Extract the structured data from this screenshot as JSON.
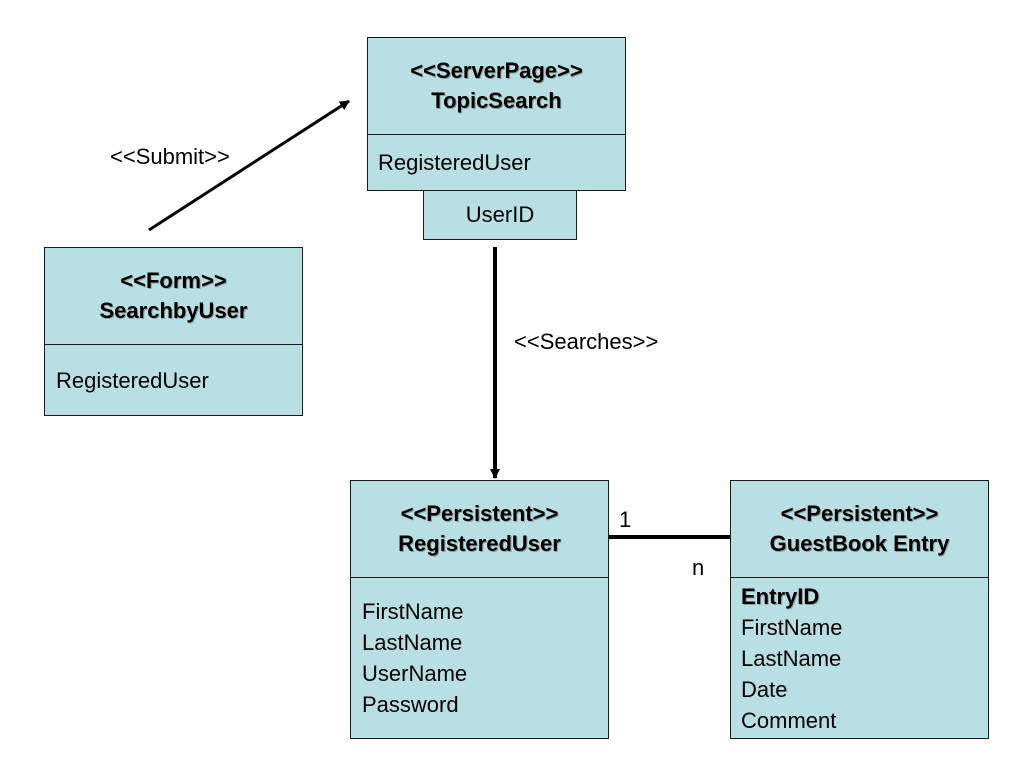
{
  "colors": {
    "box_fill": "#b8e0e4",
    "line": "#000000"
  },
  "classes": {
    "topic_search": {
      "stereotype": "<<ServerPage>>",
      "name": "TopicSearch",
      "attributes": [
        "RegisteredUser"
      ],
      "qualifier": "UserID"
    },
    "searchby_user": {
      "stereotype": "<<Form>>",
      "name": "SearchbyUser",
      "attributes": [
        "RegisteredUser"
      ]
    },
    "registered_user": {
      "stereotype": "<<Persistent>>",
      "name": "RegisteredUser",
      "attributes": [
        "FirstName",
        "LastName",
        "UserName",
        "Password"
      ]
    },
    "guestbook_entry": {
      "stereotype": "<<Persistent>>",
      "name": "GuestBook Entry",
      "key_attribute": "EntryID",
      "attributes": [
        "FirstName",
        "LastName",
        "Date",
        "Comment"
      ]
    }
  },
  "relations": {
    "submit_label": "<<Submit>>",
    "searches_label": "<<Searches>>",
    "multiplicity_one": "1",
    "multiplicity_many": "n"
  }
}
